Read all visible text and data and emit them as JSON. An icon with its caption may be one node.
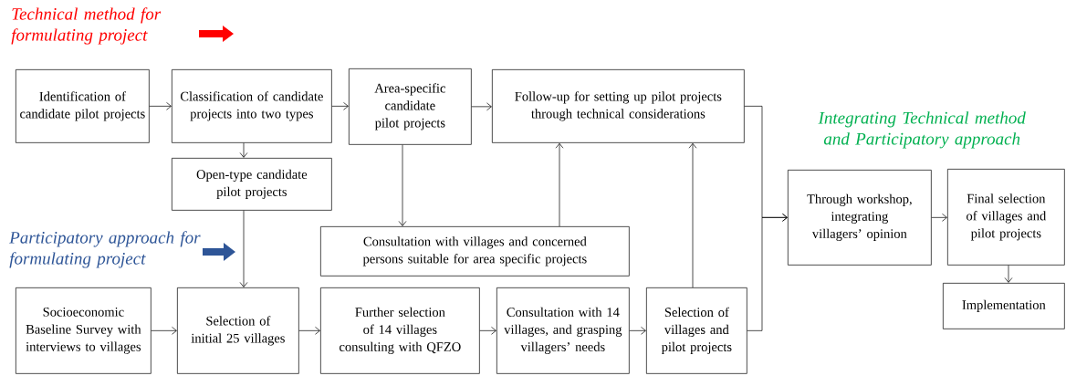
{
  "diagram": {
    "nodes": [
      {
        "text": [
          "Identification of candidate pilot projects"
        ]
      },
      {
        "text": [
          "Classification of candidate projects into two types"
        ]
      },
      {
        "text": [
          "Area-specific candidate pilot projects"
        ]
      },
      {
        "text": [
          "Follow-up for setting up pilot projects through technical considerations"
        ]
      },
      {
        "text": [
          "Open-type candidate pilot projects"
        ]
      },
      {
        "text": [
          "Consultation with villages and concerned persons suitable for area specific projects"
        ]
      },
      {
        "text": [
          "Socioeconomic Baseline Survey with interviews to villages"
        ]
      },
      {
        "text": [
          "Selection of initial 25 villages"
        ]
      },
      {
        "text": [
          "Further selection of 14 villages consulting with QFZO"
        ]
      },
      {
        "text": [
          "Consultation with 14 villages, and grasping villagers’ needs"
        ]
      },
      {
        "text": [
          "Selection of villages and pilot projects"
        ]
      },
      {
        "text": [
          "Through workshop, integrating villagers’ opinion"
        ]
      },
      {
        "text": [
          "Final selection of villages and pilot projects"
        ]
      },
      {
        "text": [
          "Implementation"
        ]
      }
    ],
    "edges": [
      {
        "from": 0,
        "to": 1,
        "arrow": "to"
      },
      {
        "from": 1,
        "to": 2,
        "arrow": "to"
      },
      {
        "from": 2,
        "to": 3,
        "arrow": "to"
      },
      {
        "from": 1,
        "to": 4,
        "arrow": "to"
      },
      {
        "from": 4,
        "to": 7,
        "arrow": "to"
      },
      {
        "from": 2,
        "to": 5,
        "arrow": "to"
      },
      {
        "from": 5,
        "to": 3,
        "arrow": "to"
      },
      {
        "from": 6,
        "to": 7,
        "arrow": "to"
      },
      {
        "from": 7,
        "to": 8,
        "arrow": "to"
      },
      {
        "from": 8,
        "to": 9,
        "arrow": "to"
      },
      {
        "from": 9,
        "to": 10,
        "arrow": "to"
      },
      {
        "from": 10,
        "to": 3,
        "arrow": "to"
      },
      {
        "from": 3,
        "to": 11,
        "arrow": "to"
      },
      {
        "from": 10,
        "to": 11,
        "arrow": "to"
      },
      {
        "from": 11,
        "to": 12,
        "arrow": "to"
      },
      {
        "from": 12,
        "to": 13,
        "arrow": "to"
      }
    ],
    "labels": [
      "Technical method for formulating project",
      "Participatory approach for formulating project",
      "Integrating Technical method and Participatory approach"
    ]
  }
}
